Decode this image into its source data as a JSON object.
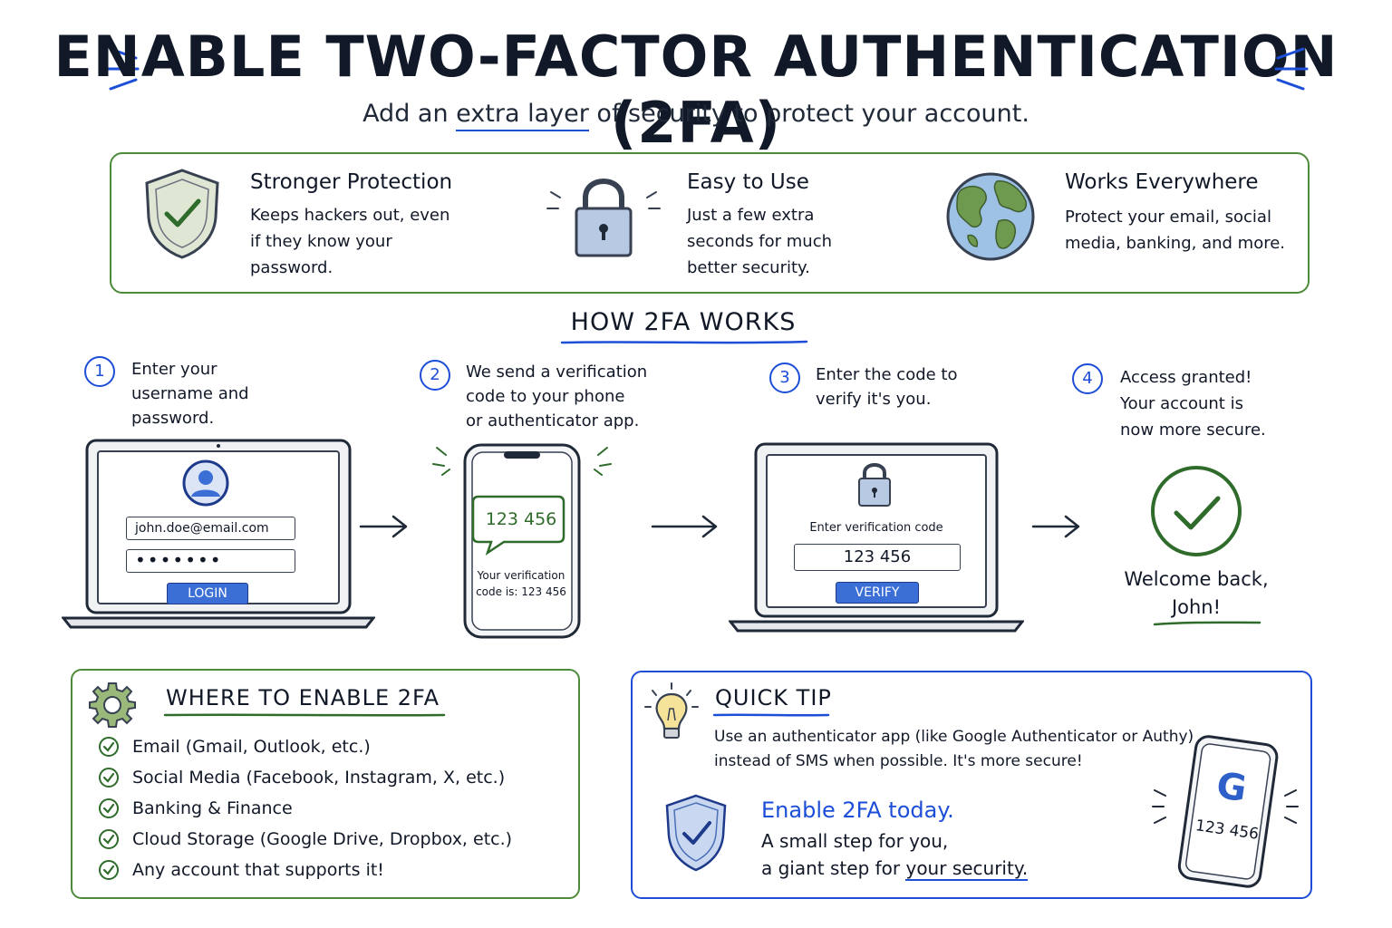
{
  "header": {
    "title": "ENABLE TWO-FACTOR AUTHENTICATION (2FA)",
    "subtitle_pre": "Add an ",
    "subtitle_highlight": "extra layer",
    "subtitle_post": " of security to protect your account."
  },
  "benefits": [
    {
      "icon": "shield-check-icon",
      "title": "Stronger Protection",
      "lines": [
        "Keeps hackers out, even",
        "if they know your",
        "password."
      ]
    },
    {
      "icon": "padlock-icon",
      "title": "Easy to Use",
      "lines": [
        "Just a few extra",
        "seconds for much",
        "better security."
      ]
    },
    {
      "icon": "globe-icon",
      "title": "Works Everywhere",
      "lines": [
        "Protect your email, social",
        "media, banking, and more."
      ]
    }
  ],
  "how": {
    "title": "HOW 2FA WORKS",
    "steps": [
      {
        "num": "1",
        "lines": [
          "Enter your",
          "username and",
          "password."
        ]
      },
      {
        "num": "2",
        "lines": [
          "We send a verification",
          "code to your phone",
          "or authenticator app."
        ]
      },
      {
        "num": "3",
        "lines": [
          "Enter the code to",
          "verify it's you."
        ]
      },
      {
        "num": "4",
        "lines": [
          "Access granted!",
          "Your account is",
          "now more secure."
        ]
      }
    ],
    "login": {
      "email": "john.doe@email.com",
      "password": "•••••••",
      "button": "LOGIN"
    },
    "phone": {
      "code": "123 456",
      "message_lines": [
        "Your verification",
        "code is: 123 456"
      ]
    },
    "verify": {
      "label": "Enter verification code",
      "code": "123 456",
      "button": "VERIFY"
    },
    "welcome_lines": [
      "Welcome back,",
      "John!"
    ]
  },
  "where": {
    "title": "WHERE TO ENABLE 2FA",
    "items": [
      "Email (Gmail, Outlook, etc.)",
      "Social Media (Facebook, Instagram, X, etc.)",
      "Banking & Finance",
      "Cloud Storage (Google Drive, Dropbox, etc.)",
      "Any account that supports it!"
    ]
  },
  "tip": {
    "title": "QUICK TIP",
    "lines": [
      "Use an authenticator app (like Google Authenticator or Authy)",
      "instead of SMS when possible. It's more secure!"
    ],
    "enable_title": "Enable 2FA today.",
    "enable_line1": "A small step for you,",
    "enable_line2_pre": "a giant step for ",
    "enable_line2_hl": "your security.",
    "phone_logo": "G",
    "phone_code": "123 456"
  },
  "colors": {
    "blue": "#1d4ed8",
    "green": "#4d8a3a",
    "ink": "#111827"
  }
}
